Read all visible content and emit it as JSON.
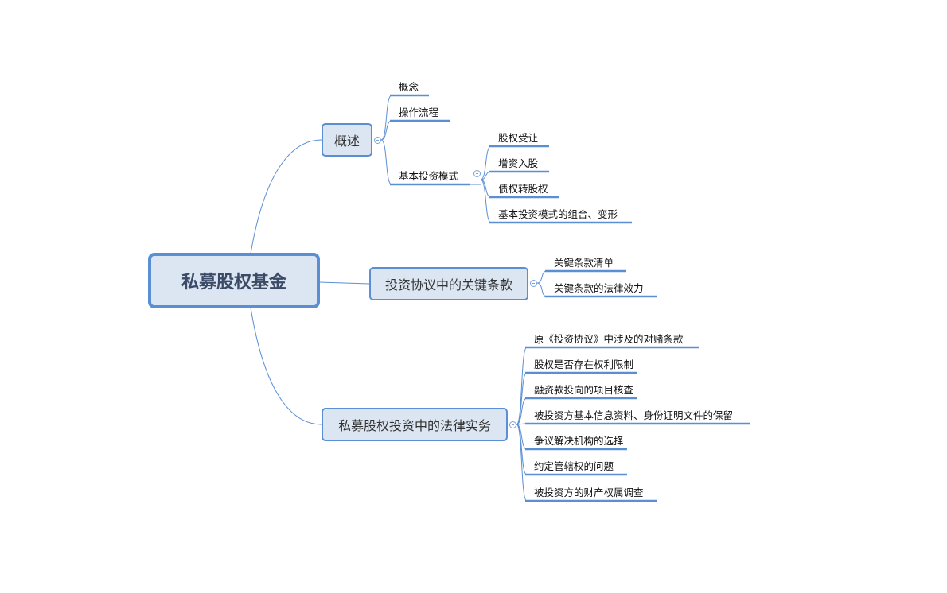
{
  "root": {
    "label": "私募股权基金"
  },
  "branches": [
    {
      "label": "概述",
      "children": [
        {
          "label": "概念"
        },
        {
          "label": "操作流程"
        },
        {
          "label": "基本投资模式",
          "children": [
            {
              "label": "股权受让"
            },
            {
              "label": "增资入股"
            },
            {
              "label": "债权转股权"
            },
            {
              "label": "基本投资模式的组合、变形"
            }
          ]
        }
      ]
    },
    {
      "label": "投资协议中的关键条款",
      "children": [
        {
          "label": "关键条款清单"
        },
        {
          "label": "关键条款的法律效力"
        }
      ]
    },
    {
      "label": "私募股权投资中的法律实务",
      "children": [
        {
          "label": "原《投资协议》中涉及的对赌条款"
        },
        {
          "label": "股权是否存在权利限制"
        },
        {
          "label": "融资款投向的项目核查"
        },
        {
          "label": "被投资方基本信息资料、身份证明文件的保留"
        },
        {
          "label": "争议解决机构的选择"
        },
        {
          "label": "约定管辖权的问题"
        },
        {
          "label": "被投资方的财产权属调查"
        }
      ]
    }
  ],
  "colors": {
    "line": "#5b8fd4",
    "fill": "#dce6f2"
  }
}
